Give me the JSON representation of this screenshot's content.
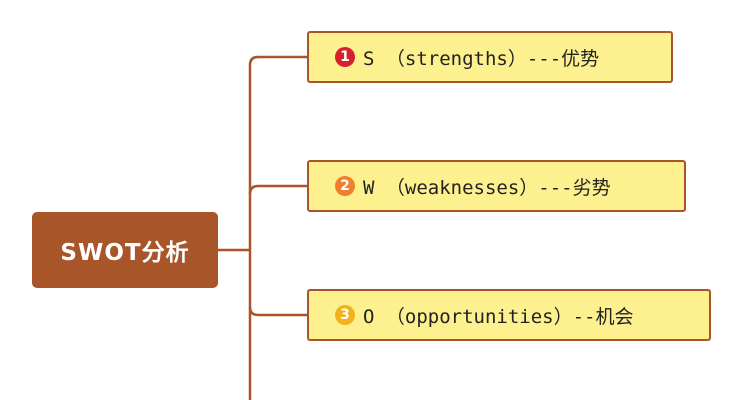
{
  "root": {
    "label": "SWOT分析"
  },
  "branches": [
    {
      "number": "1",
      "text": "S （strengths）---优势",
      "badge_color": "#d6202a"
    },
    {
      "number": "2",
      "text": "W （weaknesses）---劣势",
      "badge_color": "#f07f2c"
    },
    {
      "number": "3",
      "text": "O （opportunities）--机会",
      "badge_color": "#f2b21b"
    }
  ],
  "colors": {
    "root_fill": "#a9552a",
    "branch_fill": "#fdf08f",
    "connector": "#a9552a"
  }
}
